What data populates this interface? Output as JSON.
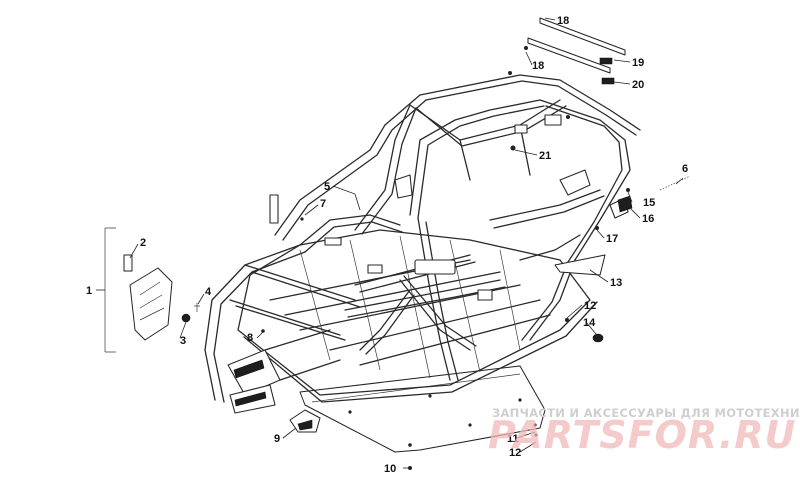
{
  "callouts": {
    "c1": "1",
    "c2": "2",
    "c3": "3",
    "c4": "4",
    "c5": "5",
    "c6": "6",
    "c7": "7",
    "c8": "8",
    "c9": "9",
    "c10": "10",
    "c11": "11",
    "c12a": "12",
    "c12b": "12",
    "c13": "13",
    "c14": "14",
    "c15": "15",
    "c16": "16",
    "c17": "17",
    "c18a": "18",
    "c18b": "18",
    "c19": "19",
    "c20": "20",
    "c21": "21"
  },
  "watermark": {
    "text": "ЗАПЧАСТИ И АКСЕССУАРЫ ДЛЯ МОТОТЕХНИКИ",
    "logo": "PARTSFOR.RU",
    "logo_color": "#f2b8b8"
  }
}
